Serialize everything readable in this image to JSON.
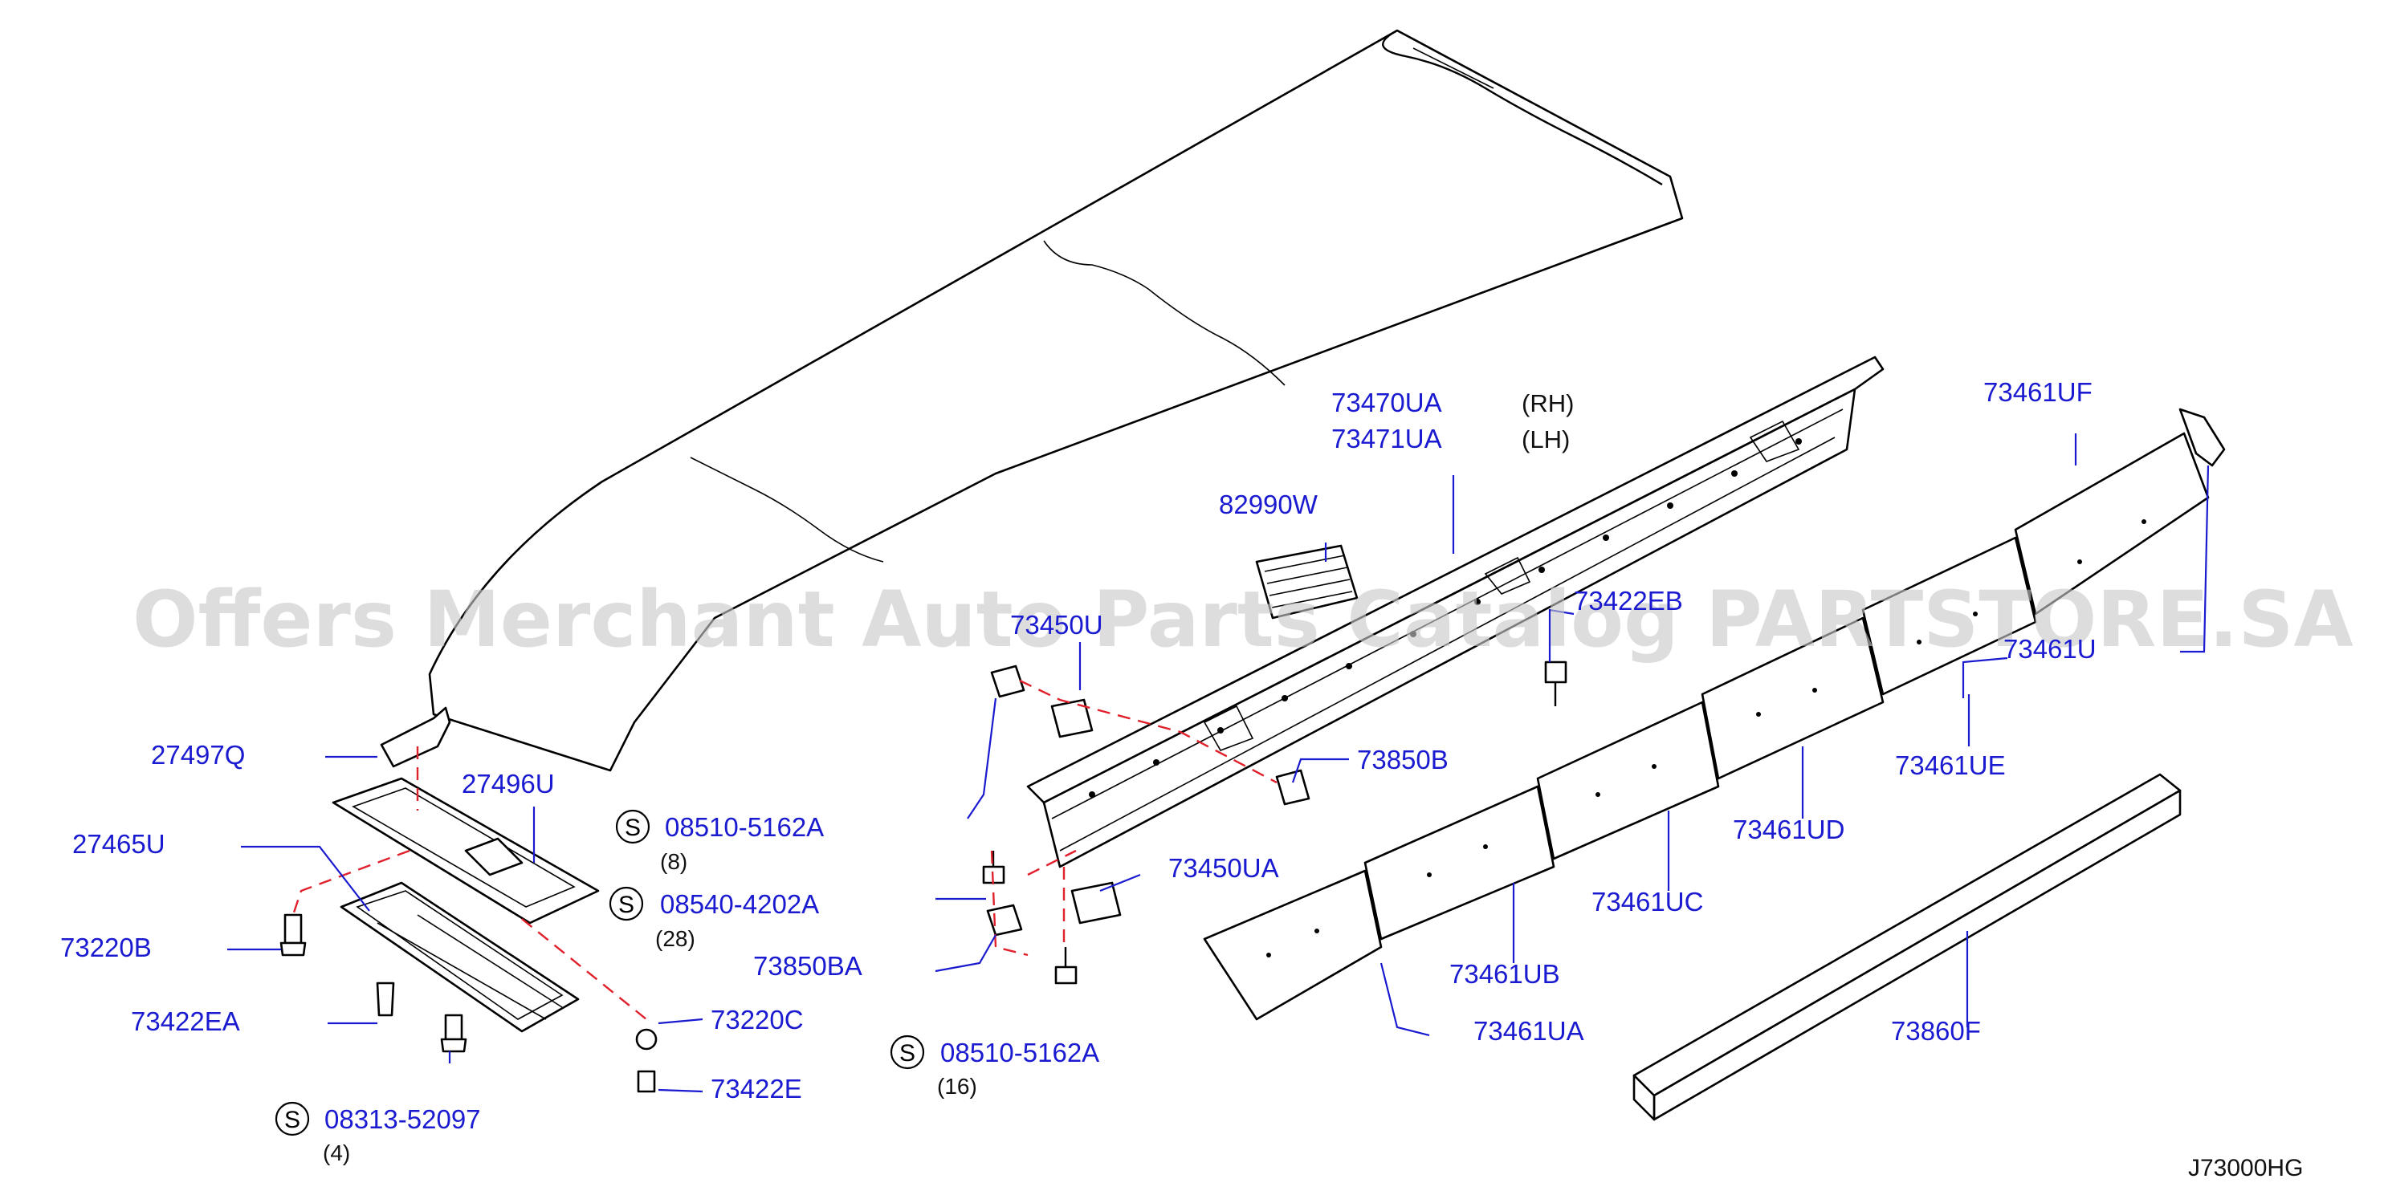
{
  "watermark": "Offers Merchant Auto Parts Catalog PARTSTORE.SA",
  "diagram_ref": "J73000HG",
  "parts": {
    "p73470UA": "73470UA",
    "rh": "(RH)",
    "p73471UA": "73471UA",
    "lh": "(LH)",
    "p82990W": "82990W",
    "p73450U": "73450U",
    "p73422EB": "73422EB",
    "p73461UF": "73461UF",
    "p73461U": "73461U",
    "p73461UE": "73461UE",
    "p73461UD": "73461UD",
    "p73461UC": "73461UC",
    "p73461UB": "73461UB",
    "p73461UA": "73461UA",
    "p73860F": "73860F",
    "p73850B": "73850B",
    "p73450UA": "73450UA",
    "p73850BA": "73850BA",
    "p27497Q": "27497Q",
    "p27496U": "27496U",
    "p27465U": "27465U",
    "p73220B": "73220B",
    "p73422EA": "73422EA",
    "p73220C": "73220C",
    "p73422E": "73422E"
  },
  "standard_parts": [
    {
      "symbol": "S",
      "number": "08510-5162A",
      "qty": "(8)"
    },
    {
      "symbol": "S",
      "number": "08540-4202A",
      "qty": "(28)"
    },
    {
      "symbol": "S",
      "number": "08313-52097",
      "qty": "(4)"
    },
    {
      "symbol": "S",
      "number": "08510-5162A",
      "qty": "(16)"
    }
  ]
}
